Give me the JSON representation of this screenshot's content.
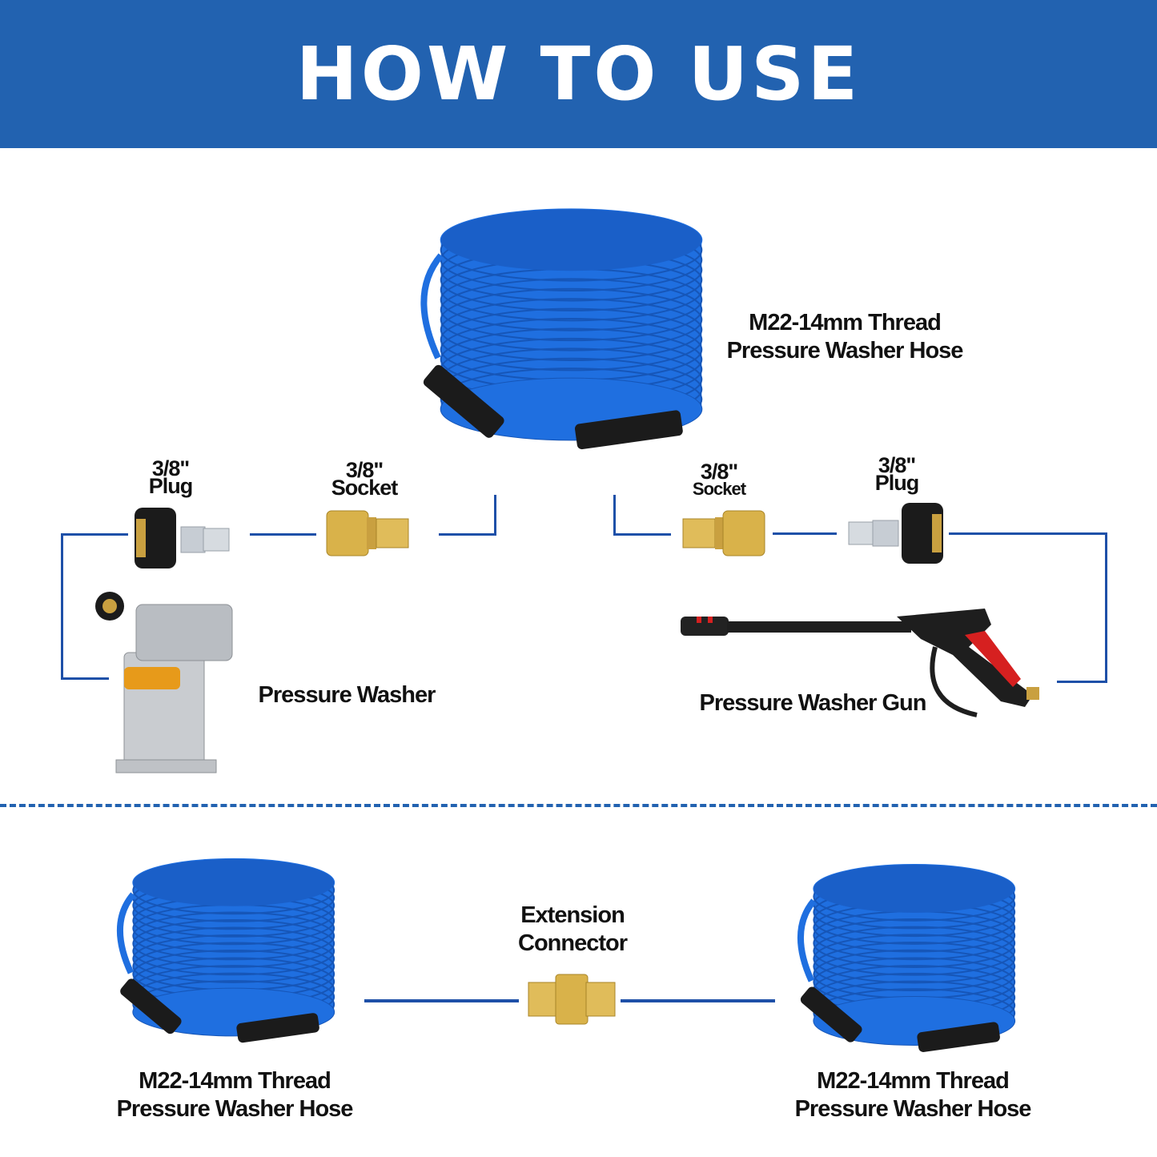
{
  "header": {
    "title": "HOW TO USE"
  },
  "top_hose": {
    "line1": "M22-14mm Thread",
    "line2": "Pressure Washer Hose"
  },
  "left_plug": {
    "line1": "3/8\"",
    "line2": "Plug"
  },
  "left_socket": {
    "line1": "3/8\"",
    "line2": "Socket"
  },
  "right_socket": {
    "line1": "3/8\"",
    "line2": "Socket"
  },
  "right_plug": {
    "line1": "3/8\"",
    "line2": "Plug"
  },
  "pressure_washer": {
    "label": "Pressure Washer"
  },
  "gun": {
    "label": "Pressure Washer Gun"
  },
  "extension": {
    "line1": "Extension",
    "line2": "Connector"
  },
  "bottom_left_hose": {
    "line1": "M22-14mm Thread",
    "line2": "Pressure Washer Hose"
  },
  "bottom_right_hose": {
    "line1": "M22-14mm Thread",
    "line2": "Pressure Washer Hose"
  },
  "colors": {
    "header": "#2262b0",
    "connector_line": "#1e50a8",
    "hose": "#1f6fe0",
    "brass": "#d9b24a"
  }
}
